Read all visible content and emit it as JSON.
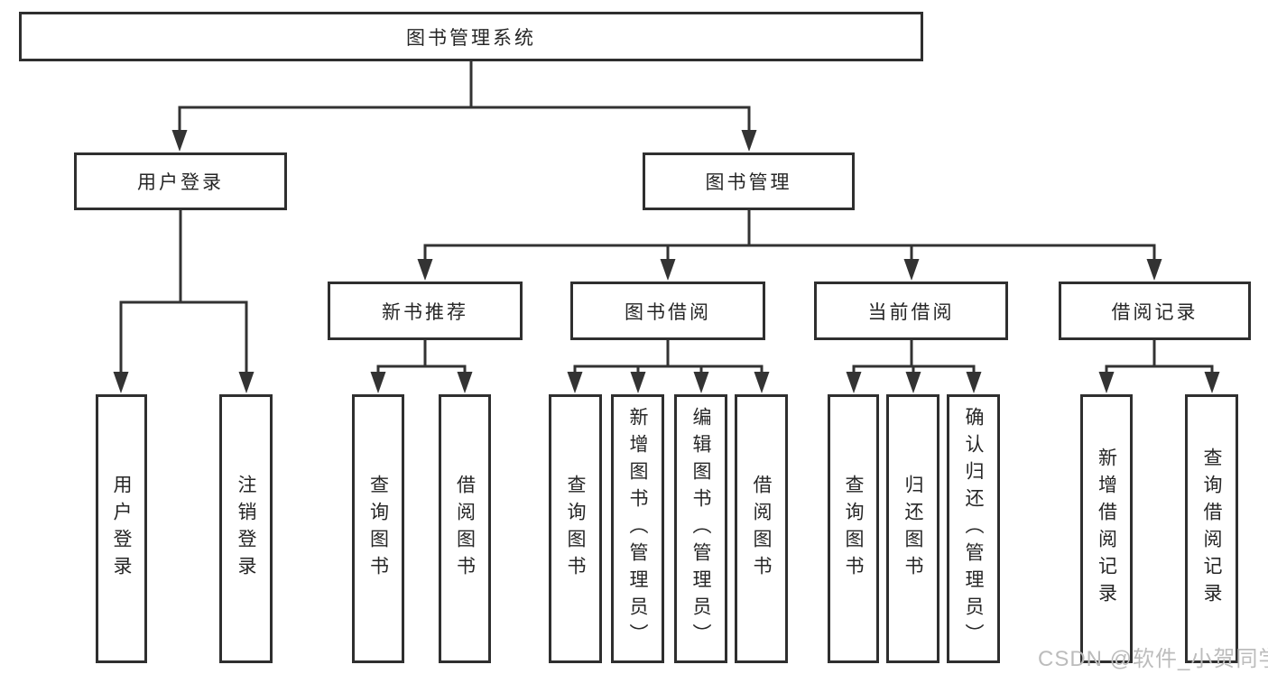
{
  "diagram": {
    "title": "图书管理系统",
    "tree": {
      "label": "图书管理系统",
      "children": [
        {
          "label": "用户登录",
          "children": [
            {
              "label": "用户登录"
            },
            {
              "label": "注销登录"
            }
          ]
        },
        {
          "label": "图书管理",
          "children": [
            {
              "label": "新书推荐",
              "children": [
                {
                  "label": "查询图书"
                },
                {
                  "label": "借阅图书"
                }
              ]
            },
            {
              "label": "图书借阅",
              "children": [
                {
                  "label": "查询图书"
                },
                {
                  "label": "新增图书（管理员）"
                },
                {
                  "label": "编辑图书（管理员）"
                },
                {
                  "label": "借阅图书"
                }
              ]
            },
            {
              "label": "当前借阅",
              "children": [
                {
                  "label": "查询图书"
                },
                {
                  "label": "归还图书"
                },
                {
                  "label": "确认归还（管理员）"
                }
              ]
            },
            {
              "label": "借阅记录",
              "children": [
                {
                  "label": "新增借阅记录"
                },
                {
                  "label": "查询借阅记录"
                }
              ]
            }
          ]
        }
      ]
    }
  },
  "watermark": {
    "text": "CSDN @软件_小贺同学"
  },
  "colors": {
    "line": "#333333",
    "box_border": "#2f2f2f",
    "text": "#262626",
    "watermark": "#bcbcbc",
    "background": "#ffffff"
  }
}
